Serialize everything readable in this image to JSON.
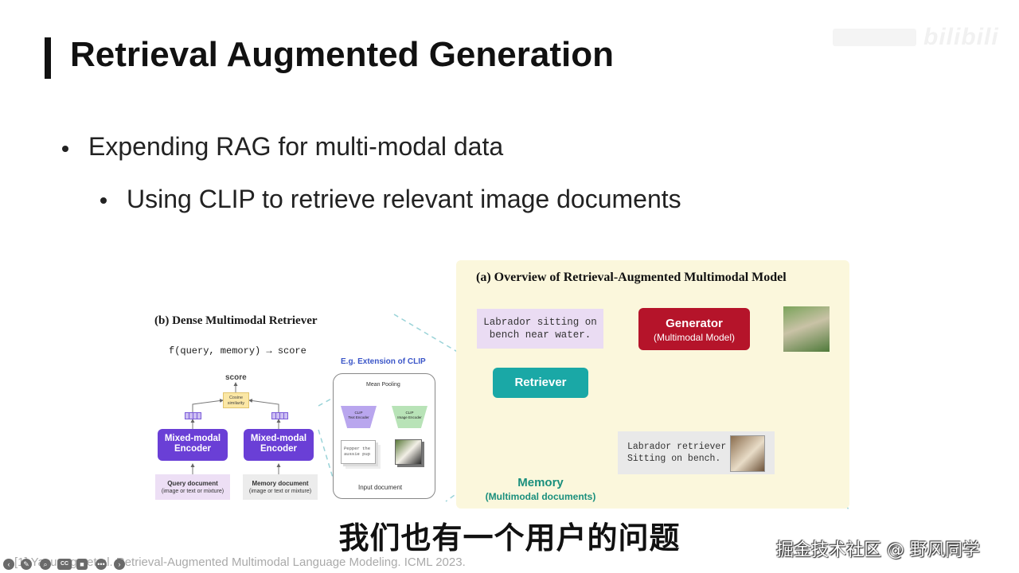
{
  "slide": {
    "title": "Retrieval Augmented Generation",
    "bullets": [
      "Expending RAG for multi-modal data",
      "Using CLIP to retrieve relevant image documents"
    ]
  },
  "watermark": {
    "logo": "bilibili"
  },
  "figure_a": {
    "title": "(a) Overview of Retrieval-Augmented Multimodal Model",
    "query_line1": "Labrador sitting on",
    "query_line2": "bench near water.",
    "generator": "Generator",
    "generator_sub": "(Multimodal Model)",
    "retriever": "Retriever",
    "memory": "Memory",
    "memory_sub": "(Multimodal documents)",
    "retrieved_line1": "Labrador retriever",
    "retrieved_line2": "Sitting on bench."
  },
  "figure_b": {
    "title": "(b) Dense Multimodal Retriever",
    "formula": "f(query, memory) → score",
    "score": "score",
    "cosine_line1": "Cosine",
    "cosine_line2": "similarity",
    "encoder_line1": "Mixed-modal",
    "encoder_line2": "Encoder",
    "query_doc": "Query document",
    "query_doc_sub": "(image or text or mixture)",
    "memory_doc": "Memory document",
    "memory_doc_sub": "(image or text or mixture)",
    "clip_title": "E.g. Extension of CLIP",
    "mean_pooling": "Mean Pooling",
    "clip_text_line1": "CLIP",
    "clip_text_line2": "Text Encoder",
    "clip_image_line1": "CLIP",
    "clip_image_line2": "Image Encoder",
    "pepper_line1": "Pepper the",
    "pepper_line2": "aussie pup",
    "input_doc": "Input document"
  },
  "caption": "我们也有一个用户的问题",
  "citation": "[1] Yasunaga et al. Retrieval-Augmented Multimodal Language Modeling. ICML 2023.",
  "community": "掘金技术社区 @ 野风同学",
  "toolbar": {
    "icons": [
      "back-icon",
      "pen-icon",
      "zoom-icon",
      "cc-icon",
      "stop-icon",
      "options-icon",
      "forward-icon"
    ],
    "cc_label": "CC"
  },
  "colors": {
    "panel_a": "#fbf7dc",
    "generator": "#b5142a",
    "retriever": "#1aa8a6",
    "encoder": "#6a3fd6",
    "memory_text": "#1a8f7d"
  }
}
